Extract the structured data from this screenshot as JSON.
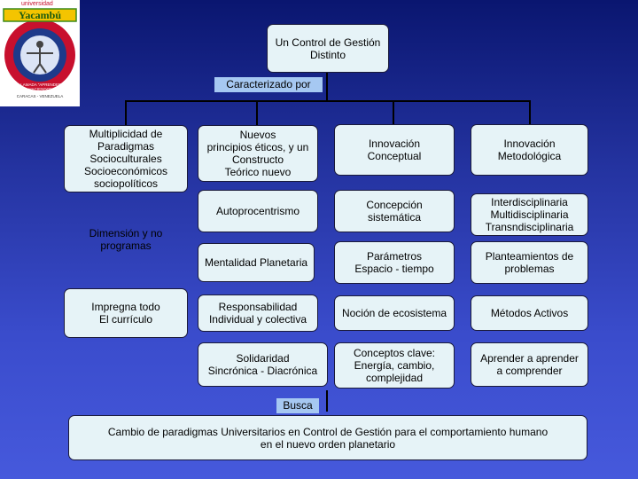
{
  "logo": {
    "top_text": "universidad",
    "name": "Yacambú",
    "motto": "LLAMADA \"APRENDER HACIENDO\"",
    "location": "CARACAS - VENEZUELA"
  },
  "title": "Un Control de Gestión\nDistinto",
  "caracterizado": "Caracterizado por",
  "left": {
    "multiplicidad": "Multiplicidad de\nParadigmas\nSocioculturales\nSocioeconómicos\nsociopolíticos",
    "dimension": "Dimensión y no\nprogramas",
    "impregna": "Impregna todo\nEl currículo"
  },
  "col2": {
    "c1": "Nuevos\nprincipios éticos, y un\nConstructo\nTeórico nuevo",
    "c2": "Autoprocentrismo",
    "c3": "Mentalidad Planetaria",
    "c4": "Responsabilidad\nIndividual y colectiva",
    "c5": "Solidaridad\nSincrónica - Diacrónica"
  },
  "col3": {
    "c1": "Innovación\nConceptual",
    "c2": "Concepción\nsistemática",
    "c3": "Parámetros\nEspacio - tiempo",
    "c4": "Noción de ecosistema",
    "c5": "Conceptos clave:\nEnergía, cambio,\ncomplejidad"
  },
  "col4": {
    "c1": "Innovación\nMetodológica",
    "c2": "Interdisciplinaria\nMultidisciplinaria\nTransndisciplinaria",
    "c3": "Planteamientos de\nproblemas",
    "c4": "Métodos Activos",
    "c5": "Aprender a aprender\na comprender"
  },
  "busca": "Busca",
  "bottom": "Cambio de paradigmas Universitarios en Control de Gestión para el comportamiento  humano\nen el nuevo orden planetario",
  "colors": {
    "box_fill": "#e6f3f7",
    "label_bar": "#a6c8f2",
    "bg_top": "#0a1670",
    "bg_bottom": "#4659dc"
  }
}
